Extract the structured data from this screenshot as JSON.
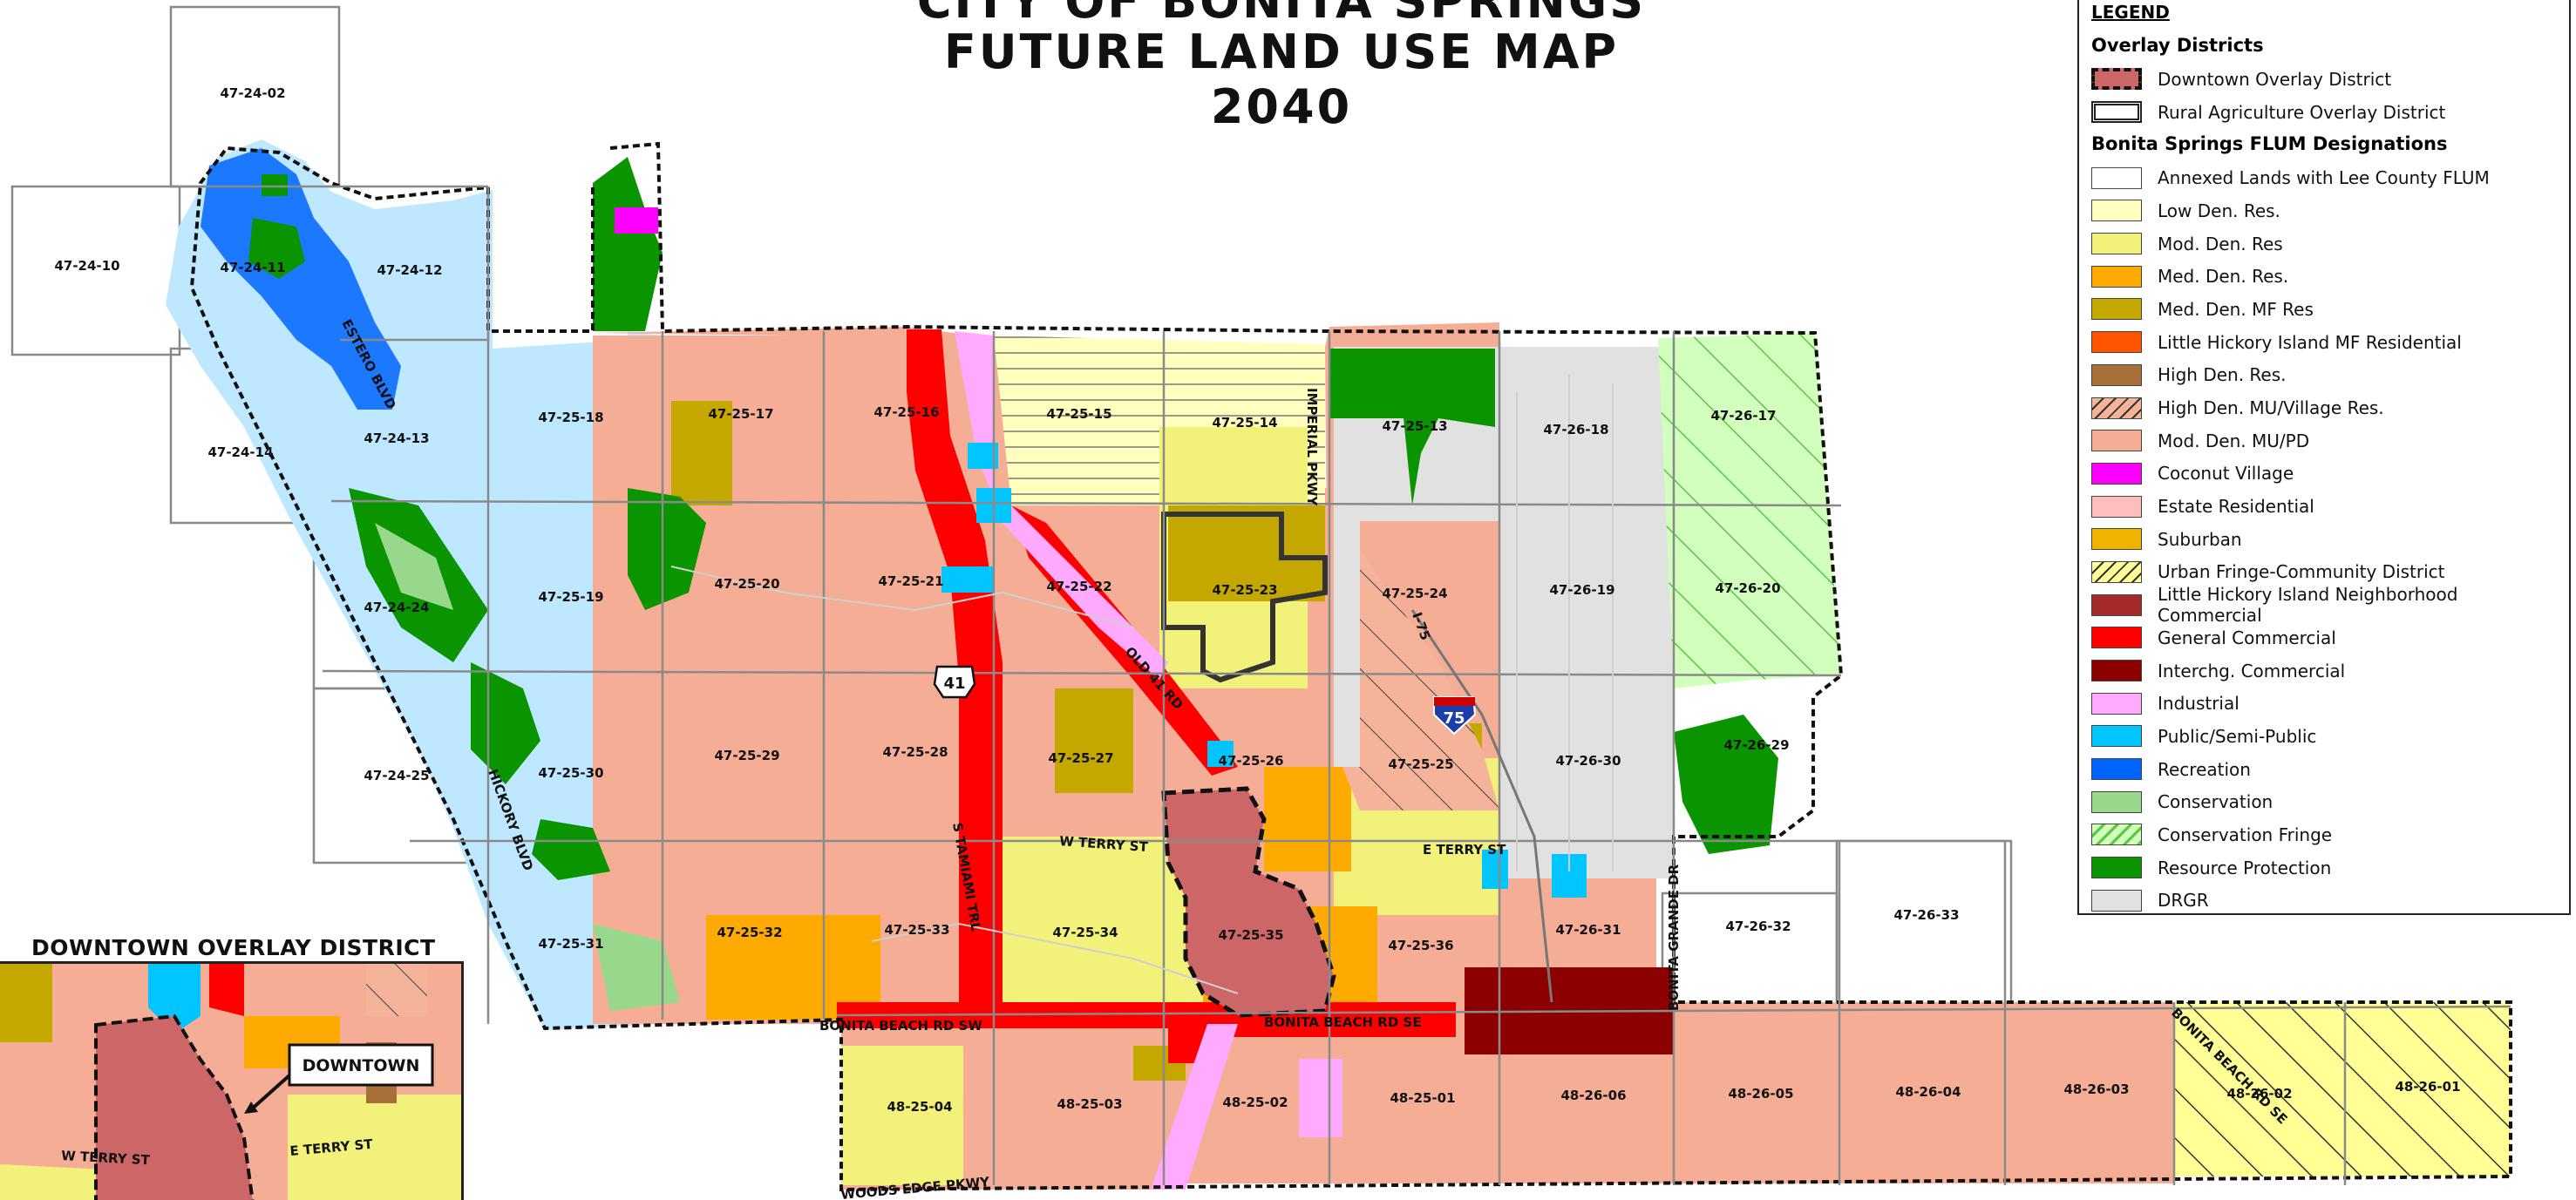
{
  "title": {
    "line1": "CITY OF BONITA SPRINGS",
    "line2": "FUTURE LAND USE MAP 2040"
  },
  "legend": {
    "title": "LEGEND",
    "overlay_heading": "Overlay Districts",
    "overlays": [
      {
        "label": "Downtown Overlay District",
        "color": "#CD6666",
        "pattern": "dashed-border"
      },
      {
        "label": "Rural Agriculture Overlay District",
        "color": "#FFFFFF",
        "pattern": "double-border"
      }
    ],
    "flum_heading": "Bonita Springs FLUM Designations",
    "designations": [
      {
        "label": "Annexed Lands with Lee County FLUM",
        "color": "#FFFFFF",
        "pattern": "none"
      },
      {
        "label": "Low Den. Res.",
        "color": "#FFFFBE",
        "pattern": "none"
      },
      {
        "label": "Mod. Den. Res",
        "color": "#F2F27A",
        "pattern": "none"
      },
      {
        "label": "Med. Den. Res.",
        "color": "#FFAA00",
        "pattern": "none"
      },
      {
        "label": "Med. Den. MF Res",
        "color": "#C4A800",
        "pattern": "none"
      },
      {
        "label": "Little Hickory Island MF Residential",
        "color": "#FF5500",
        "pattern": "none"
      },
      {
        "label": "High Den. Res.",
        "color": "#A87038",
        "pattern": "none"
      },
      {
        "label": "High Den. MU/Village Res.",
        "color": "#F5B49A",
        "pattern": "hatch"
      },
      {
        "label": "Mod. Den. MU/PD",
        "color": "#F5AD96",
        "pattern": "none"
      },
      {
        "label": "Coconut Village",
        "color": "#FF00FF",
        "pattern": "none"
      },
      {
        "label": "Estate Residential",
        "color": "#FFBEBE",
        "pattern": "none"
      },
      {
        "label": "Suburban",
        "color": "#F0B400",
        "pattern": "none"
      },
      {
        "label": "Urban Fringe-Community District",
        "color": "#FFFF96",
        "pattern": "hatch"
      },
      {
        "label": "Little Hickory Island Neighborhood Commercial",
        "color": "#A52A2A",
        "pattern": "none"
      },
      {
        "label": "General Commercial",
        "color": "#FF0000",
        "pattern": "none"
      },
      {
        "label": "Interchg. Commercial",
        "color": "#8C0000",
        "pattern": "none"
      },
      {
        "label": "Industrial",
        "color": "#FFAAFF",
        "pattern": "none"
      },
      {
        "label": "Public/Semi-Public",
        "color": "#00C5FF",
        "pattern": "none"
      },
      {
        "label": "Recreation",
        "color": "#0064FF",
        "pattern": "none"
      },
      {
        "label": "Conservation",
        "color": "#98D88C",
        "pattern": "none"
      },
      {
        "label": "Conservation Fringe",
        "color": "#D3FFBE",
        "pattern": "hatch-green"
      },
      {
        "label": "Resource Protection",
        "color": "#0A9400",
        "pattern": "none"
      },
      {
        "label": "DRGR",
        "color": "#E1E1E1",
        "pattern": "none"
      }
    ]
  },
  "sections": [
    "47-24-02",
    "47-24-10",
    "47-24-11",
    "47-24-12",
    "47-24-13",
    "47-24-14",
    "47-24-24",
    "47-24-25",
    "47-25-18",
    "47-25-17",
    "47-25-16",
    "47-25-15",
    "47-25-14",
    "47-25-13",
    "47-26-18",
    "47-26-17",
    "47-25-19",
    "47-25-20",
    "47-25-21",
    "47-25-22",
    "47-25-23",
    "47-25-24",
    "47-26-19",
    "47-26-20",
    "47-25-30",
    "47-25-29",
    "47-25-28",
    "47-25-27",
    "47-25-26",
    "47-25-25",
    "47-26-30",
    "47-26-29",
    "47-25-31",
    "47-25-32",
    "47-25-33",
    "47-25-34",
    "47-25-35",
    "47-25-36",
    "47-26-31",
    "47-26-32",
    "47-26-33",
    "48-25-04",
    "48-25-03",
    "48-25-02",
    "48-25-01",
    "48-26-06",
    "48-26-05",
    "48-26-04",
    "48-26-03",
    "48-26-02",
    "48-26-01"
  ],
  "roads": [
    "ESTERO BLVD",
    "HICKORY BLVD",
    "S TAMIAMI TRL",
    "OLD 41 RD",
    "IMPERIAL PKWY",
    "I-75",
    "W TERRY ST",
    "E TERRY ST",
    "BONITA BEACH RD SW",
    "BONITA BEACH RD SE",
    "BONITA GRANDE DR",
    "WOODS EDGE PKWY",
    "BONITA BEACH RD SE"
  ],
  "shields": {
    "us41": "41",
    "i75": "75"
  },
  "inset": {
    "title": "DOWNTOWN OVERLAY DISTRICT",
    "callout": "DOWNTOWN",
    "roads": [
      "W TERRY ST",
      "E TERRY ST"
    ]
  }
}
